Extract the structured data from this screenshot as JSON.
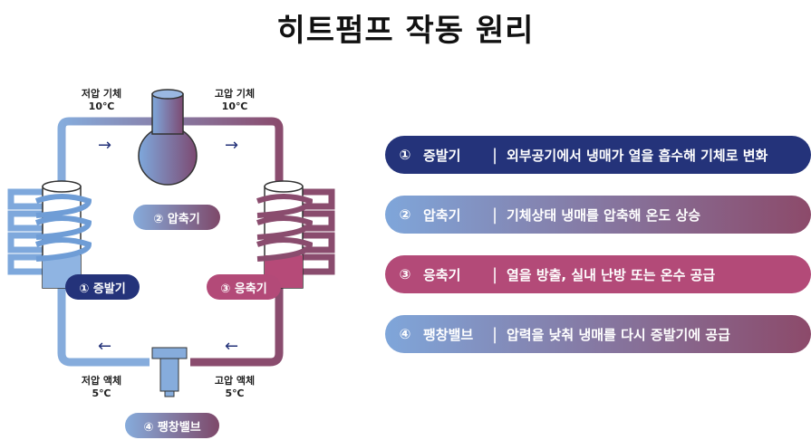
{
  "title": "히트펌프 작동 원리",
  "labels": {
    "top_left": [
      "저압 기체",
      "10℃"
    ],
    "top_right": [
      "고압 기체",
      "10℃"
    ],
    "bottom_left": [
      "저압 액체",
      "5℃"
    ],
    "bottom_right": [
      "고압 액체",
      "5℃"
    ]
  },
  "arrows": {
    "right": "→",
    "left": "←"
  },
  "diagram_pills": {
    "compressor": "② 압축기",
    "evaporator": "① 증발기",
    "condenser": "③ 응축기",
    "valve": "④ 팽창밸브"
  },
  "steps": [
    {
      "num": "①",
      "name": "증발기",
      "sep": "|",
      "desc": "외부공기에서 냉매가 열을 흡수해 기체로 변화"
    },
    {
      "num": "②",
      "name": "압축기",
      "sep": "|",
      "desc": "기체상태 냉매를 압축해 온도 상승"
    },
    {
      "num": "③",
      "name": "응축기",
      "sep": "|",
      "desc": "열을 방출, 실내 난방 또는 온수 공급"
    },
    {
      "num": "④",
      "name": "팽창밸브",
      "sep": "|",
      "desc": "압력을 낮춰 냉매를 다시 증발기에 공급"
    }
  ],
  "colors": {
    "blue": "#7da6da",
    "navy": "#24337a",
    "plum": "#8c4a6c",
    "pink": "#b34a78"
  }
}
